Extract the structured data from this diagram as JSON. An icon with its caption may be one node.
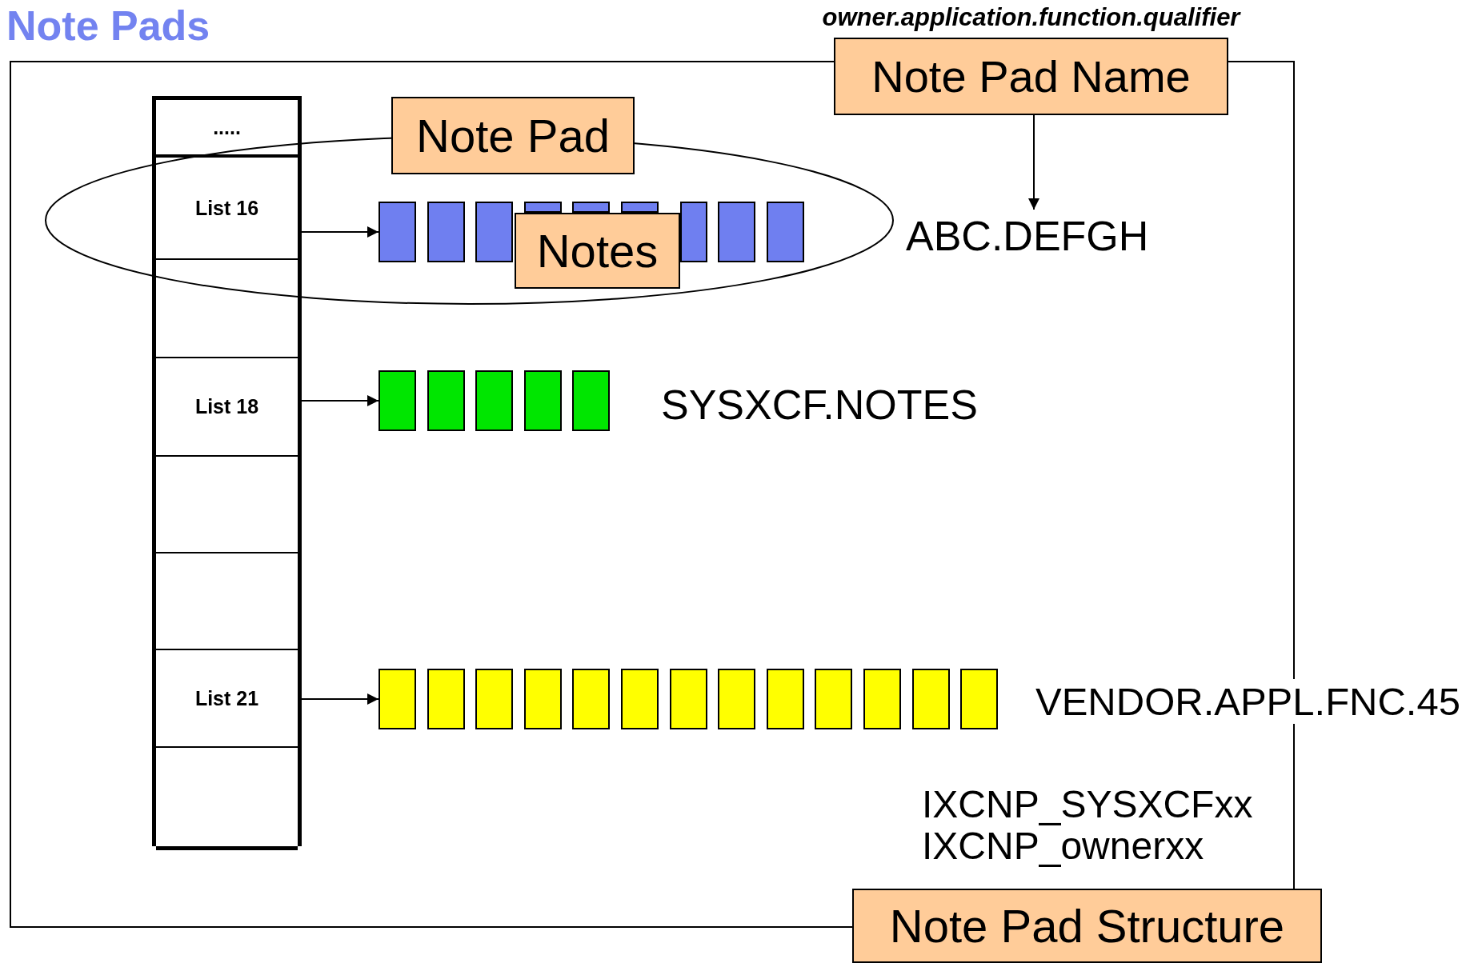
{
  "diagram": {
    "title": "Note Pads",
    "nodes": [
      {
        "text": [
          "Note Pad Name"
        ],
        "beside": [
          "owner.application.function.qualifier"
        ]
      },
      {
        "text": [],
        "shape": "box"
      },
      {
        "text": [],
        "shape": "box",
        "in": 1
      },
      {
        "text": [
          "....."
        ],
        "in": 2
      },
      {
        "text": [],
        "shape": "ellipse",
        "in": 1
      },
      {
        "text": [
          "Note Pad"
        ],
        "in": 1
      },
      {
        "text": [
          "List 16"
        ]
      },
      {
        "text": [],
        "shape": "box",
        "in": 4
      },
      {
        "text": [],
        "shape": "box",
        "in": 4
      },
      {
        "text": [],
        "shape": "box",
        "in": 4
      },
      {
        "text": [],
        "shape": "box",
        "in": 4
      },
      {
        "text": [],
        "shape": "box",
        "in": 4
      },
      {
        "text": [],
        "shape": "box",
        "in": 4
      },
      {
        "text": [],
        "shape": "box",
        "in": 4
      },
      {
        "text": [],
        "shape": "box",
        "in": 4
      },
      {
        "text": [],
        "shape": "box",
        "in": 4
      },
      {
        "text": [
          "Notes"
        ],
        "in": 4
      },
      {
        "text": [
          "ABC.DEFGH"
        ],
        "in": 1
      },
      {
        "text": [],
        "shape": "box",
        "in": 2
      },
      {
        "text": [
          "List 18"
        ],
        "in": 2
      },
      {
        "text": [],
        "shape": "box",
        "in": 1
      },
      {
        "text": [],
        "shape": "box",
        "in": 1
      },
      {
        "text": [],
        "shape": "box",
        "in": 1
      },
      {
        "text": [],
        "shape": "box",
        "in": 1
      },
      {
        "text": [],
        "shape": "box",
        "in": 1
      },
      {
        "text": [],
        "shape": "box",
        "in": 2
      },
      {
        "text": [],
        "shape": "box",
        "in": 2
      },
      {
        "text": [
          "List 21"
        ],
        "in": 2
      },
      {
        "text": [],
        "shape": "box",
        "in": 1
      },
      {
        "text": [],
        "shape": "box",
        "in": 1
      },
      {
        "text": [],
        "shape": "box",
        "in": 1
      },
      {
        "text": [],
        "shape": "box",
        "in": 1
      },
      {
        "text": [],
        "shape": "box",
        "in": 1
      },
      {
        "text": [],
        "shape": "box",
        "in": 1
      },
      {
        "text": [],
        "shape": "box",
        "in": 1
      },
      {
        "text": [],
        "shape": "box",
        "in": 1
      },
      {
        "text": [],
        "shape": "box",
        "in": 1
      },
      {
        "text": [],
        "shape": "box",
        "in": 1
      },
      {
        "text": [],
        "shape": "box",
        "in": 1
      },
      {
        "text": [],
        "shape": "box",
        "in": 1
      },
      {
        "text": [],
        "shape": "box",
        "in": 1
      },
      {
        "text": [],
        "shape": "box",
        "in": 2
      },
      {
        "text": [
          "Note Pad Structure"
        ]
      }
    ],
    "edges": [
      {
        "from": 6,
        "to": 7,
        "arrow": "to"
      },
      {
        "from": 19,
        "to": 20,
        "arrow": "to"
      },
      {
        "from": 27,
        "to": 28,
        "arrow": "to"
      },
      {
        "from": 0,
        "to": 17,
        "arrow": "to"
      }
    ],
    "labels": [
      "SYSXCF.NOTES",
      "VENDOR.APPL.FNC.45",
      "IXCNP_SYSXCFxx",
      "IXCNP_ownerxx"
    ]
  }
}
